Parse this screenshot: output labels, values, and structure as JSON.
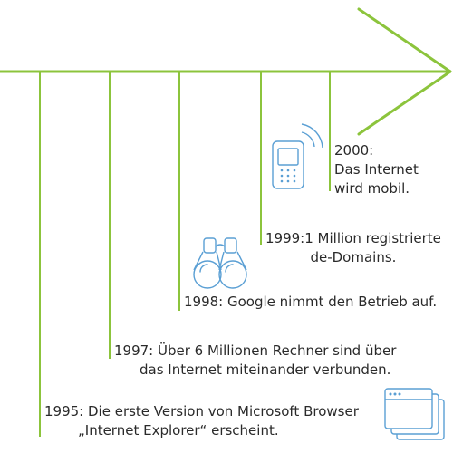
{
  "colors": {
    "line": "#8cc43c",
    "icon": "#5a9fd4",
    "text": "#2a2a2a",
    "background": "#ffffff"
  },
  "events": [
    {
      "year": "1995",
      "line1": "1995: Die erste Version von Microsoft Browser",
      "line2": "„Internet Explorer“ erscheint."
    },
    {
      "year": "1997",
      "line1": "1997: Über 6 Millionen Rechner sind über",
      "line2": "das Internet miteinander verbunden."
    },
    {
      "year": "1998",
      "line1": "1998: Google nimmt den Betrieb auf."
    },
    {
      "year": "1999",
      "line1": "1999:1 Million registrierte",
      "line2": "de-Domains."
    },
    {
      "year": "2000",
      "line1": "2000:",
      "line2": "Das Internet",
      "line3": "wird mobil."
    }
  ],
  "icons": [
    "browser-windows-icon",
    "binoculars-icon",
    "mobile-phone-icon"
  ]
}
